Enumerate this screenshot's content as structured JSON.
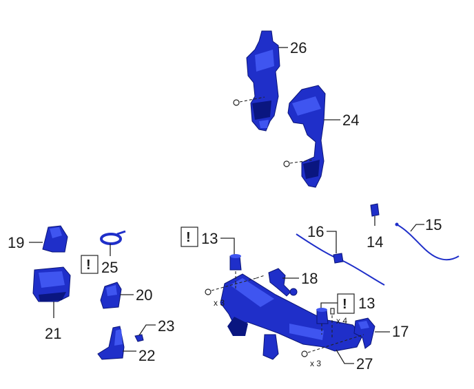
{
  "colors": {
    "part_main": "#1f2fc9",
    "part_highlight": "#3f55f0",
    "part_shadow": "#0a1680",
    "line": "#222222"
  },
  "callouts": {
    "c26": "26",
    "c24": "24",
    "c19": "19",
    "c21": "21",
    "c25": "25",
    "c20": "20",
    "c23": "23",
    "c22": "22",
    "c13a": "13",
    "c13b": "13",
    "c16": "16",
    "c14": "14",
    "c15": "15",
    "c18": "18",
    "c17": "17",
    "c27": "27"
  },
  "warning_symbol": "!",
  "quantities": {
    "q1": "x 3",
    "q2": "x 4",
    "q3": "x 3"
  }
}
